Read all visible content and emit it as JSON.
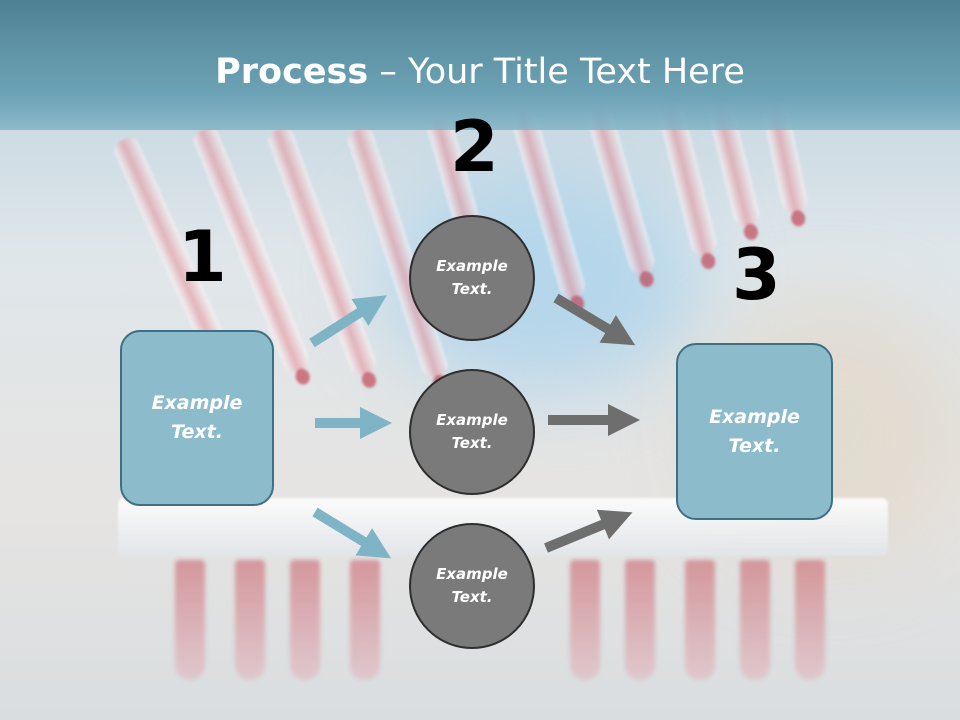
{
  "slide": {
    "title_bold": "Process",
    "title_rest": " – Your Title Text Here"
  },
  "steps": [
    {
      "number": "1",
      "box_line1": "Example",
      "box_line2": "Text."
    },
    {
      "number": "2"
    },
    {
      "number": "3",
      "box_line1": "Example",
      "box_line2": "Text."
    }
  ],
  "circles": [
    {
      "line1": "Example",
      "line2": "Text."
    },
    {
      "line1": "Example",
      "line2": "Text."
    },
    {
      "line1": "Example",
      "line2": "Text."
    }
  ],
  "colors": {
    "header": "#5e93a6",
    "box_fill": "#8cbccc",
    "box_border": "#3f6f82",
    "circle_fill": "#7a7a7a",
    "arrow_blue": "#7fb3c6",
    "arrow_gray": "#6e6e6e"
  }
}
